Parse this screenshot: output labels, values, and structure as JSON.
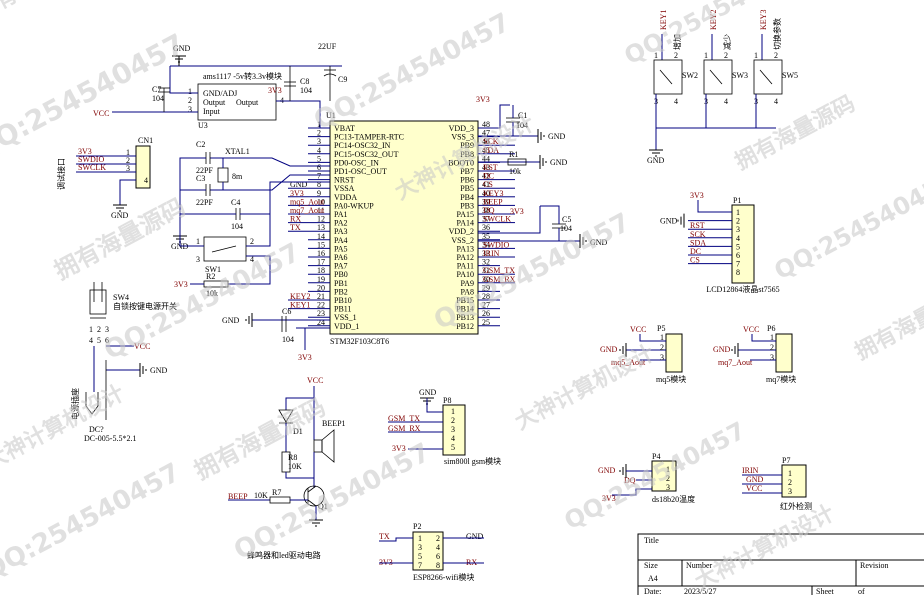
{
  "mcu": {
    "ref": "U1",
    "part": "STM32F103C8T6",
    "left_pins": [
      {
        "n": "1",
        "name": "VBAT"
      },
      {
        "n": "2",
        "name": "PC13-TAMPER-RTC"
      },
      {
        "n": "3",
        "name": "PC14-OSC32_IN"
      },
      {
        "n": "4",
        "name": "PC15-OSC32_OUT"
      },
      {
        "n": "5",
        "name": "PD0-OSC_IN"
      },
      {
        "n": "6",
        "name": "PD1-OSC_OUT"
      },
      {
        "n": "7",
        "name": "NRST"
      },
      {
        "n": "8",
        "name": "VSSA"
      },
      {
        "n": "9",
        "name": "VDDA"
      },
      {
        "n": "10",
        "name": "PA0-WKUP"
      },
      {
        "n": "11",
        "name": "PA1"
      },
      {
        "n": "12",
        "name": "PA2"
      },
      {
        "n": "13",
        "name": "PA3"
      },
      {
        "n": "14",
        "name": "PA4"
      },
      {
        "n": "15",
        "name": "PA5"
      },
      {
        "n": "16",
        "name": "PA6"
      },
      {
        "n": "17",
        "name": "PA7"
      },
      {
        "n": "18",
        "name": "PB0"
      },
      {
        "n": "19",
        "name": "PB1"
      },
      {
        "n": "20",
        "name": "PB2"
      },
      {
        "n": "21",
        "name": "PB10"
      },
      {
        "n": "22",
        "name": "PB11"
      },
      {
        "n": "23",
        "name": "VSS_1"
      },
      {
        "n": "24",
        "name": "VDD_1"
      }
    ],
    "right_pins": [
      {
        "n": "48",
        "name": "VDD_3"
      },
      {
        "n": "47",
        "name": "VSS_3"
      },
      {
        "n": "46",
        "name": "PB9"
      },
      {
        "n": "45",
        "name": "PB8"
      },
      {
        "n": "44",
        "name": "BOOT0"
      },
      {
        "n": "43",
        "name": "PB7"
      },
      {
        "n": "42",
        "name": "PB6"
      },
      {
        "n": "41",
        "name": "PB5"
      },
      {
        "n": "40",
        "name": "PB4"
      },
      {
        "n": "39",
        "name": "PB3"
      },
      {
        "n": "38",
        "name": "PA15"
      },
      {
        "n": "37",
        "name": "PA14"
      },
      {
        "n": "36",
        "name": "VDD_2"
      },
      {
        "n": "35",
        "name": "VSS_2"
      },
      {
        "n": "34",
        "name": "PA13"
      },
      {
        "n": "33",
        "name": "PA12"
      },
      {
        "n": "32",
        "name": "PA11"
      },
      {
        "n": "31",
        "name": "PA10"
      },
      {
        "n": "30",
        "name": "PA9"
      },
      {
        "n": "29",
        "name": "PA8"
      },
      {
        "n": "28",
        "name": "PB15"
      },
      {
        "n": "27",
        "name": "PB14"
      },
      {
        "n": "26",
        "name": "PB13"
      },
      {
        "n": "25",
        "name": "PB12"
      }
    ],
    "left_nets": {
      "8": "GND",
      "9": "3V3",
      "10": "mq5_Aout",
      "11": "mq7_Aout",
      "12": "RX",
      "13": "TX",
      "21": "KEY2",
      "22": "KEY1"
    },
    "right_nets": {
      "46": "SCK",
      "45": "SDA",
      "43": "RST",
      "42": "DC",
      "41": "CS",
      "40": "KEY3",
      "39": "BEEP",
      "38": "DQ",
      "37": "SWCLK",
      "34": "SWDIO",
      "33": "IRIN",
      "31": "GSM_TX",
      "30": "GSM_RX"
    }
  },
  "regulator": {
    "ref": "U3",
    "title": "ams1117 -5v转3.3v模块",
    "pin1": "GND/ADJ",
    "pin2": "Output",
    "pin2b": "Output",
    "pin3": "Input",
    "n1": "1",
    "n2": "2",
    "n3": "3",
    "n4": "4",
    "vcc": "VCC",
    "out": "3V3"
  },
  "caps": {
    "c7": {
      "ref": "C7",
      "val": "104"
    },
    "c8": {
      "ref": "C8",
      "val": "104"
    },
    "c9": {
      "ref": "C9",
      "val": "22UF"
    },
    "c1": {
      "ref": "C1",
      "val": "104"
    },
    "c2": {
      "ref": "C2",
      "val": "22PF"
    },
    "c3": {
      "ref": "C3",
      "val": "22PF"
    },
    "c4": {
      "ref": "C4",
      "val": "104"
    },
    "c5": {
      "ref": "C5",
      "val": "104"
    },
    "c6": {
      "ref": "C6",
      "val": "104"
    }
  },
  "crystal": {
    "ref": "XTAL1",
    "val": "8m"
  },
  "reset": {
    "sw": "SW1",
    "r": "R2",
    "rval": "10k",
    "v": "3V3"
  },
  "boot": {
    "r": "R1",
    "rval": "10k",
    "v": "3V3"
  },
  "swd": {
    "ref": "CN1",
    "title": "调试接口",
    "pins": [
      "1",
      "2",
      "3",
      "4"
    ],
    "nets": [
      "3V3",
      "SWDIO",
      "SWCLK"
    ]
  },
  "power": {
    "sw": "SW4",
    "swtitle": "自锁按键电源开关",
    "jack": "DC?",
    "jackpart": "DC-005-5.5*2.1",
    "jacktitle": "电源插座",
    "pins": [
      "1",
      "2",
      "3",
      "4",
      "5",
      "6"
    ],
    "vcc": "VCC"
  },
  "keys": {
    "nets": [
      "KEY1",
      "KEY2",
      "KEY3"
    ],
    "titles": [
      "增加",
      "减少",
      "切换参数"
    ],
    "refs": [
      "SW2",
      "SW3",
      "SW5"
    ],
    "pins": [
      "1",
      "2",
      "3",
      "4"
    ]
  },
  "lcd": {
    "ref": "P1",
    "title": "LCD12864液晶st7565",
    "v": "3V3",
    "nets": [
      "GND",
      "RST",
      "SCK",
      "SDA",
      "DC",
      "CS"
    ],
    "pins": [
      "1",
      "2",
      "3",
      "4",
      "5",
      "6",
      "7",
      "8"
    ]
  },
  "mq5": {
    "ref": "P5",
    "title": "mq5模块",
    "nets": [
      "VCC",
      "GND",
      "mq5_Aout"
    ],
    "pins": [
      "1",
      "2",
      "3"
    ]
  },
  "mq7": {
    "ref": "P6",
    "title": "mq7模块",
    "nets": [
      "VCC",
      "GND",
      "mq7_Aout"
    ],
    "pins": [
      "1",
      "2",
      "3"
    ]
  },
  "gsm": {
    "ref": "P8",
    "title": "sim800l gsm模块",
    "nets": [
      "GND",
      "GSM_TX",
      "GSM_RX",
      "3V3"
    ],
    "pins": [
      "1",
      "2",
      "3",
      "4",
      "5"
    ]
  },
  "ds18b20": {
    "ref": "P4",
    "title": "ds18b20温度",
    "nets": [
      "GND",
      "DQ",
      "3V3"
    ],
    "pins": [
      "1",
      "2",
      "3"
    ]
  },
  "ir": {
    "ref": "P7",
    "title": "红外检测",
    "nets": [
      "IRIN",
      "GND",
      "VCC"
    ],
    "pins": [
      "1",
      "2",
      "3"
    ]
  },
  "wifi": {
    "ref": "P2",
    "title": "ESP8266-wifi模块",
    "left": [
      "TX",
      "3V3"
    ],
    "right": [
      "GND",
      "RX"
    ],
    "pins": [
      "1",
      "2",
      "3",
      "4",
      "5",
      "6",
      "7",
      "8"
    ]
  },
  "beep": {
    "title": "蜂鸣器和led驱动电路",
    "led": "D1",
    "r8": "R8",
    "r8val": "10K",
    "r7": "R7",
    "r7val": "10K",
    "q": "Q1",
    "bz": "BEEP1",
    "net": "BEEP",
    "vcc": "VCC"
  },
  "title_block": {
    "title": "Title",
    "size": "Size",
    "size_val": "A4",
    "number": "Number",
    "revision": "Revision",
    "date": "Date:",
    "date_val": "2023/5/27",
    "sheet": "Sheet",
    "of": "of"
  },
  "watermarks": [
    "QQ:254540457",
    "拥有海量源码",
    "大神计算机设计"
  ]
}
